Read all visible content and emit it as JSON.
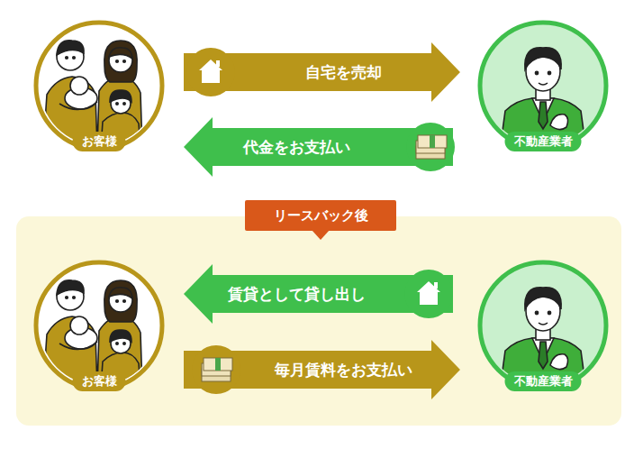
{
  "diagram": {
    "nodes": [
      {
        "text": [
          "お客様"
        ]
      },
      {
        "text": [
          "不動産業者"
        ]
      },
      {
        "text": [
          "リースバック後"
        ]
      },
      {
        "text": [
          "お客様"
        ]
      },
      {
        "text": [
          "不動産業者"
        ]
      }
    ],
    "edges": [
      {
        "from": 0,
        "to": 1,
        "label": "自宅を売却",
        "arrow": "to"
      },
      {
        "from": 1,
        "to": 0,
        "label": "代金をお支払い",
        "arrow": "to"
      },
      {
        "from": 4,
        "to": 3,
        "label": "賃貸として貸し出し",
        "arrow": "to"
      },
      {
        "from": 3,
        "to": 4,
        "label": "毎月賃料をお支払い",
        "arrow": "to"
      }
    ]
  }
}
